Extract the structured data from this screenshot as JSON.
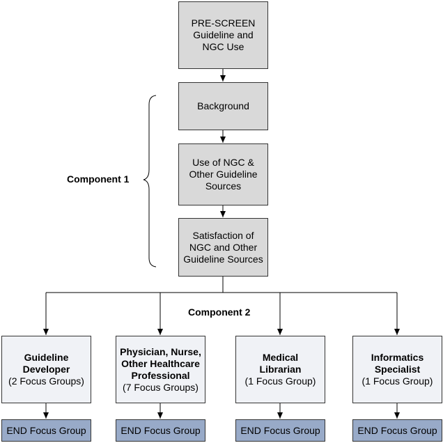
{
  "flow": {
    "prescreen": [
      "PRE-SCREEN",
      "Guideline and",
      "NGC Use"
    ],
    "background": [
      "Background"
    ],
    "use_of_ngc": [
      "Use of NGC &",
      "Other Guideline",
      "Sources"
    ],
    "satisfaction": [
      "Satisfaction of",
      "NGC and Other",
      "Guideline Sources"
    ]
  },
  "labels": {
    "component1": "Component 1",
    "component2": "Component 2"
  },
  "groups": [
    {
      "name_lines": [
        "Guideline",
        "Developer"
      ],
      "detail": "(2 Focus Groups)",
      "end": "END Focus Group"
    },
    {
      "name_lines": [
        "Physician, Nurse,",
        "Other Healthcare",
        "Professional"
      ],
      "detail": "(7 Focus Groups)",
      "end": "END Focus Group"
    },
    {
      "name_lines": [
        "Medical",
        "Librarian"
      ],
      "detail": "(1 Focus Group)",
      "end": "END Focus Group"
    },
    {
      "name_lines": [
        "Informatics",
        "Specialist"
      ],
      "detail": "(1 Focus Group)",
      "end": "END Focus Group"
    }
  ],
  "colors": {
    "flow_box": "#d9d9d9",
    "group_box": "#f0f2f6",
    "end_box": "#98aac8",
    "line": "#000000"
  }
}
